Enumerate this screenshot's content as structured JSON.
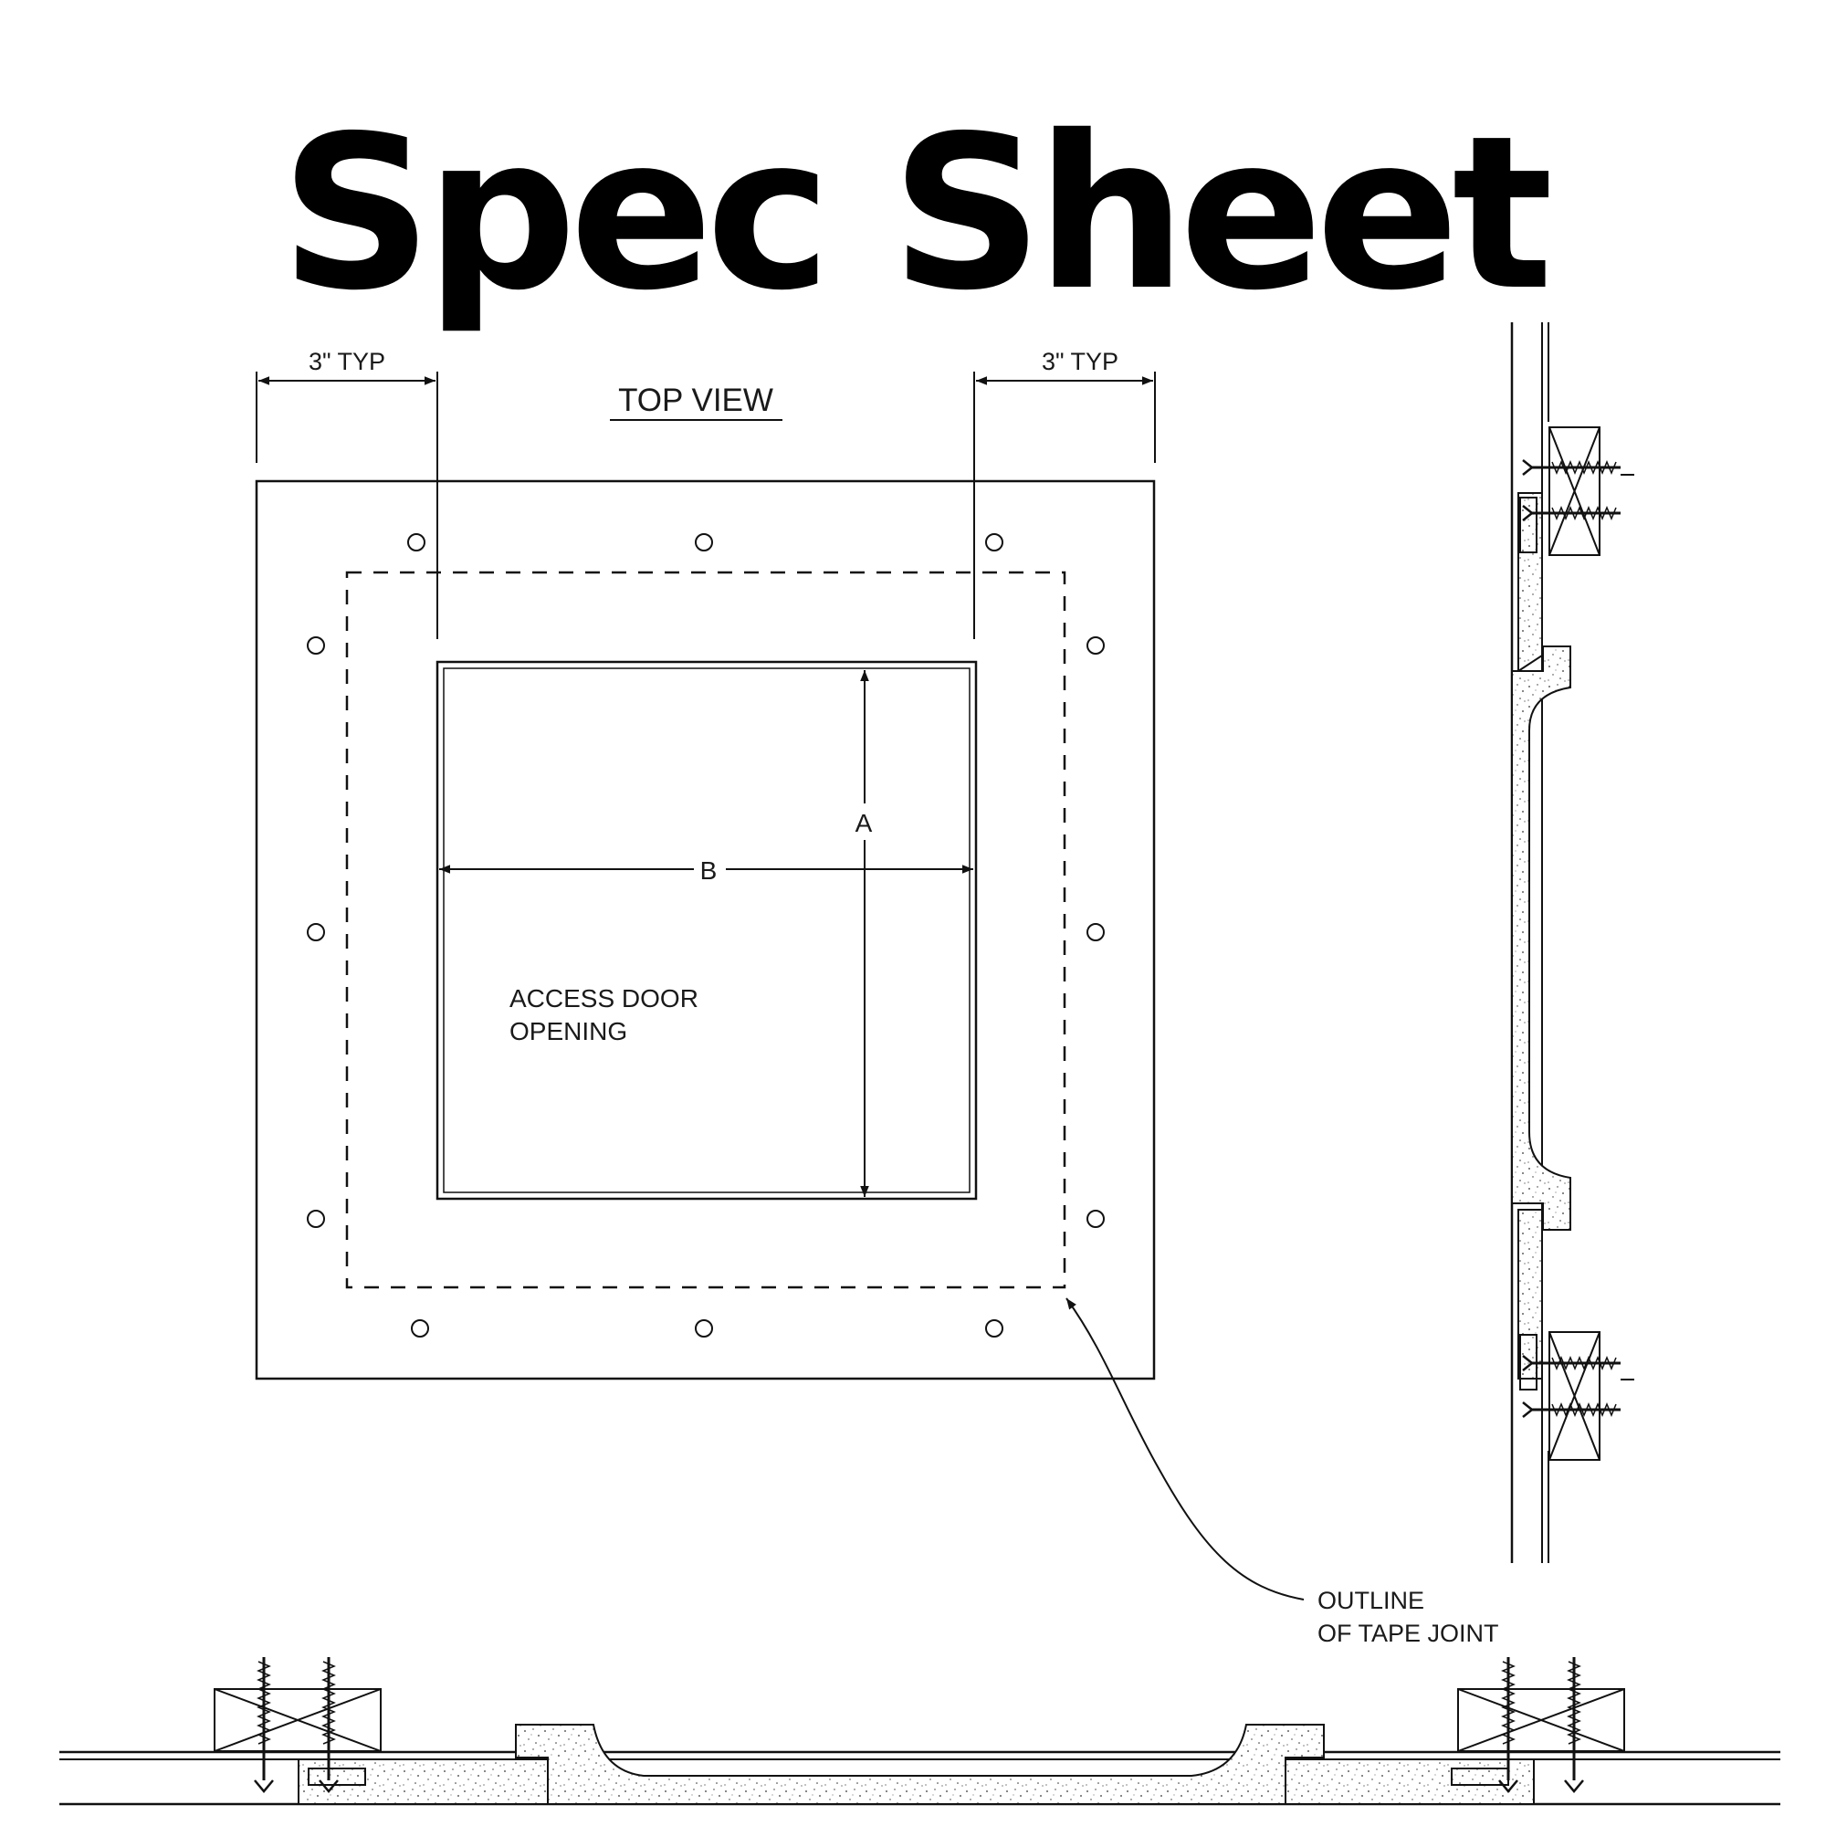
{
  "title": "Spec Sheet",
  "top_view": {
    "heading": "TOP VIEW",
    "dim_left": "3\" TYP",
    "dim_right": "3\" TYP",
    "dim_a": "A",
    "dim_b": "B",
    "opening_line1": "ACCESS DOOR",
    "opening_line2": "OPENING",
    "callout_line1": "OUTLINE",
    "callout_line2": "OF TAPE JOINT"
  },
  "colors": {
    "line": "#111111",
    "fill": "#ffffff"
  }
}
